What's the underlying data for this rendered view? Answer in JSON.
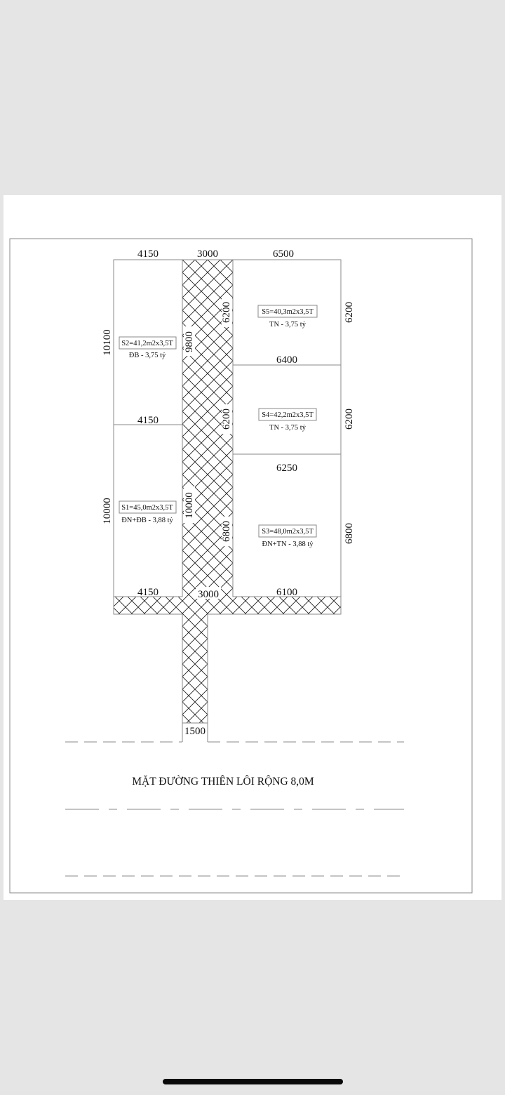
{
  "plan": {
    "top_dims": {
      "left": "4150",
      "alley": "3000",
      "right": "6500"
    },
    "lots": [
      {
        "id": "S2",
        "area": "S2=41,2m2x3,5T",
        "info": "ĐB - 3,75 tỷ",
        "depth": "10100",
        "bottom_width": "4150"
      },
      {
        "id": "S1",
        "area": "S1=45,0m2x3,5T",
        "info": "ĐN+ĐB - 3,88 tỷ",
        "depth": "10000",
        "bottom_width": "4150"
      },
      {
        "id": "S5",
        "area": "S5=40,3m2x3,5T",
        "info": "TN - 3,75 tỷ",
        "depth": "6200",
        "bottom_width": "6400"
      },
      {
        "id": "S4",
        "area": "S4=42,2m2x3,5T",
        "info": "TN - 3,75 tỷ",
        "depth": "6200",
        "bottom_width": "6250"
      },
      {
        "id": "S3",
        "area": "S3=48,0m2x3,5T",
        "info": "ĐN+TN - 3,88 tỷ",
        "depth": "6800",
        "bottom_width": "6100"
      }
    ],
    "alley_dims": {
      "left_upper": "9800",
      "left_lower": "10000",
      "right_1": "6200",
      "right_2": "6200",
      "right_3": "6800",
      "bottom_width": "3000",
      "entrance_width": "1500"
    },
    "road_label": "MẶT ĐƯỜNG THIÊN LÔI RỘNG 8,0M"
  },
  "colors": {
    "background": "#e5e5e5",
    "sheet": "#ffffff",
    "lines": "#8a8a8a",
    "hatch": "#222222"
  }
}
